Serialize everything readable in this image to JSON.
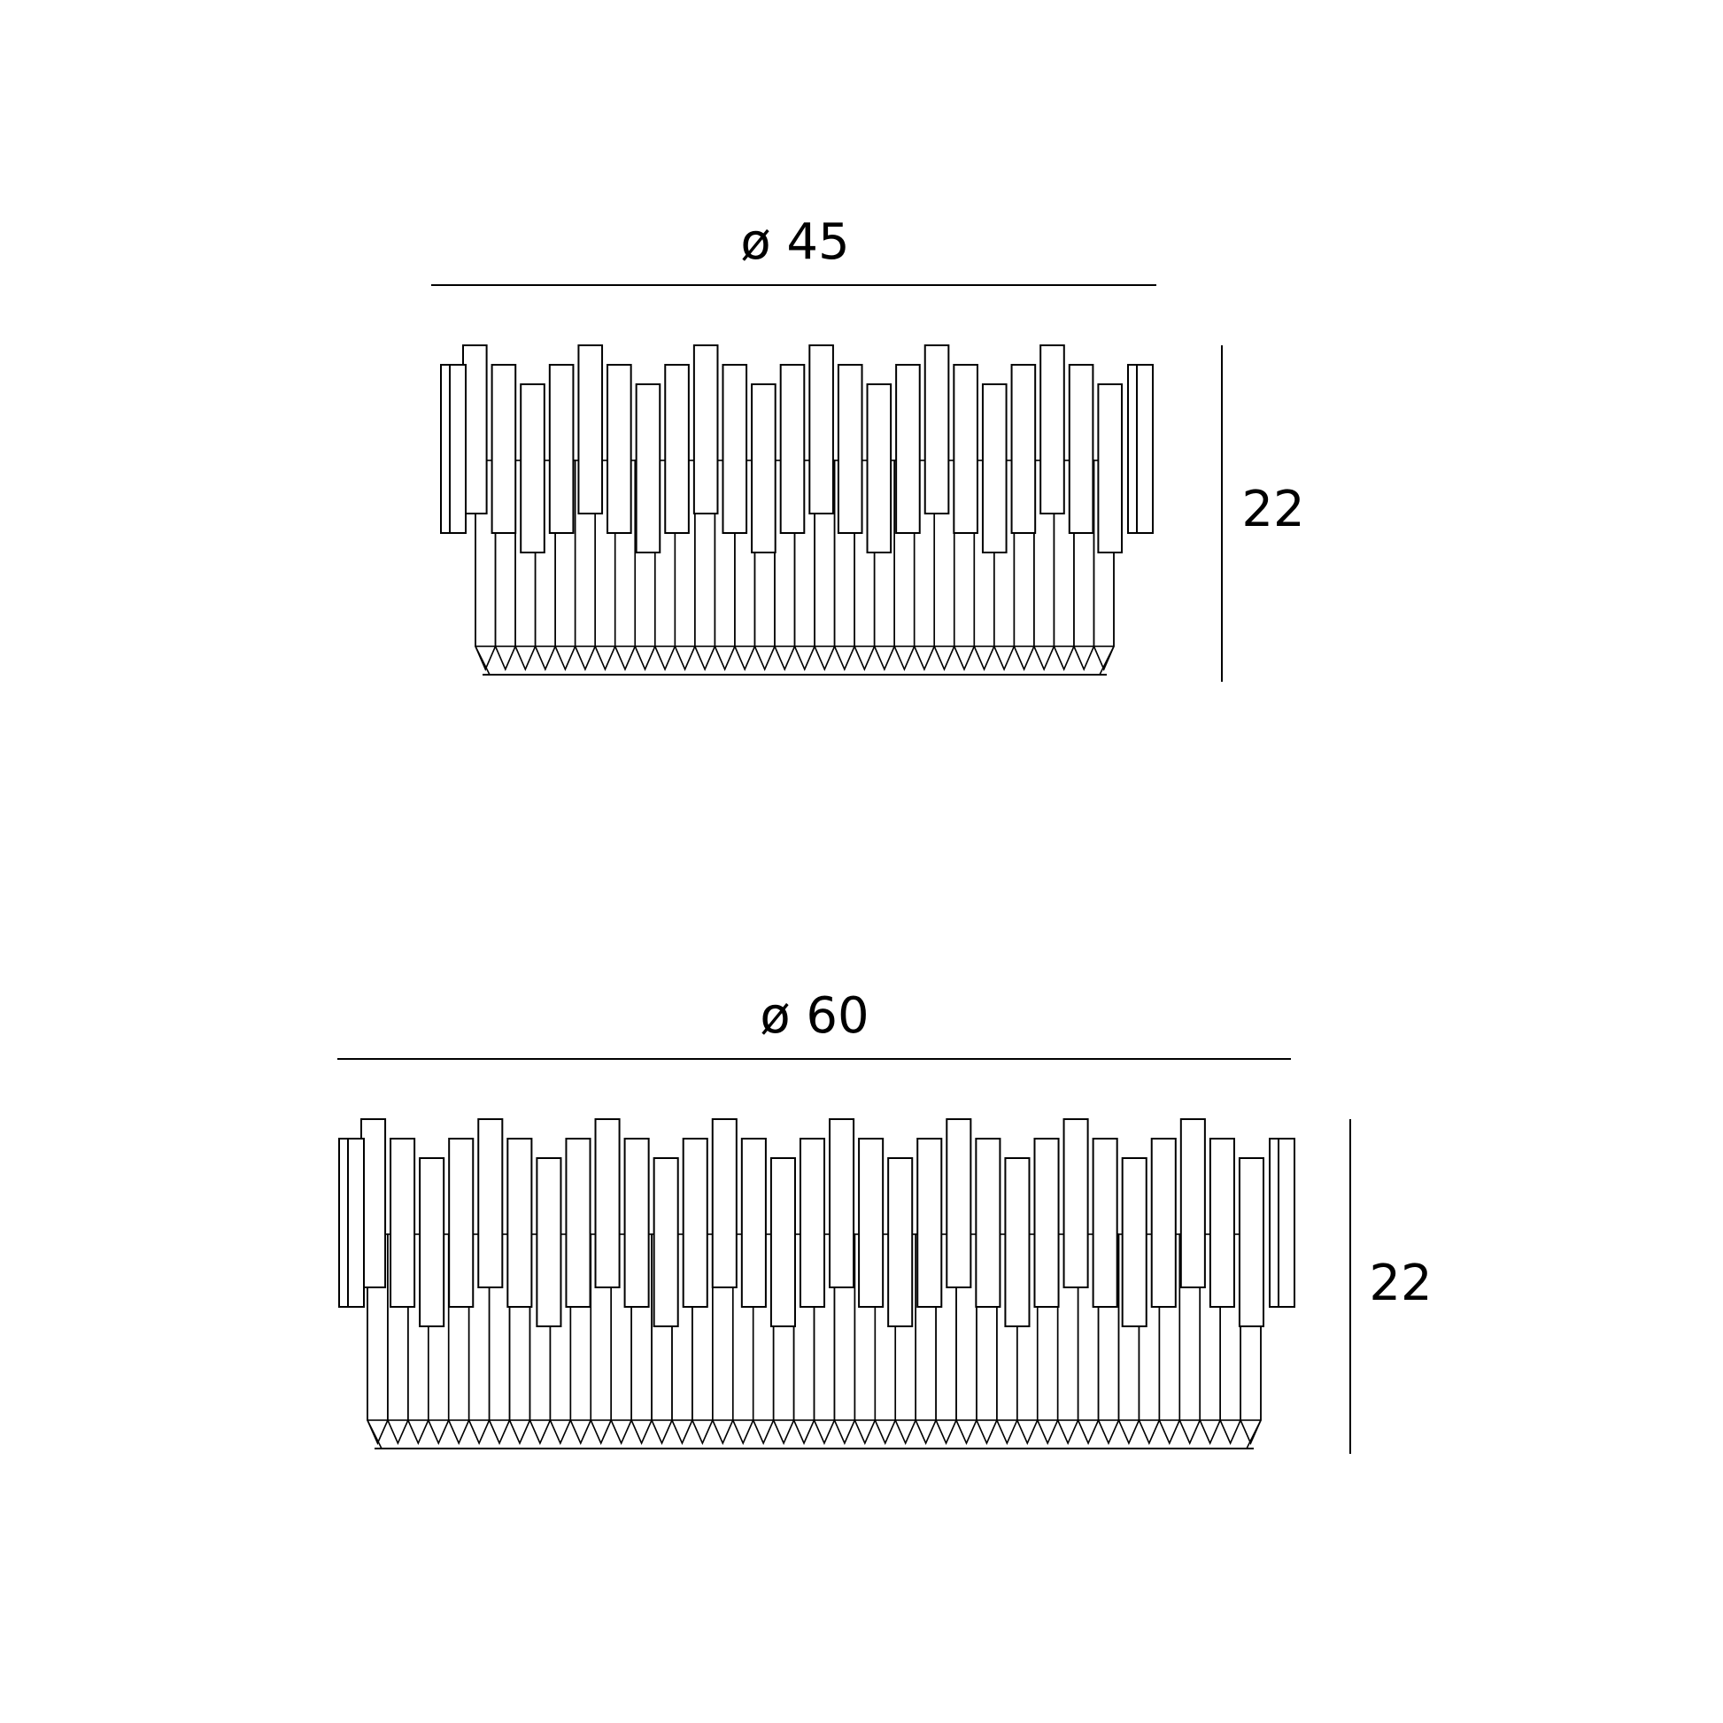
{
  "views": [
    {
      "id": "small",
      "diameter_label": "ø 45",
      "height_label": "22"
    },
    {
      "id": "large",
      "diameter_label": "ø 60",
      "height_label": "22"
    }
  ],
  "colors": {
    "stroke": "#000000",
    "background": "#ffffff"
  }
}
